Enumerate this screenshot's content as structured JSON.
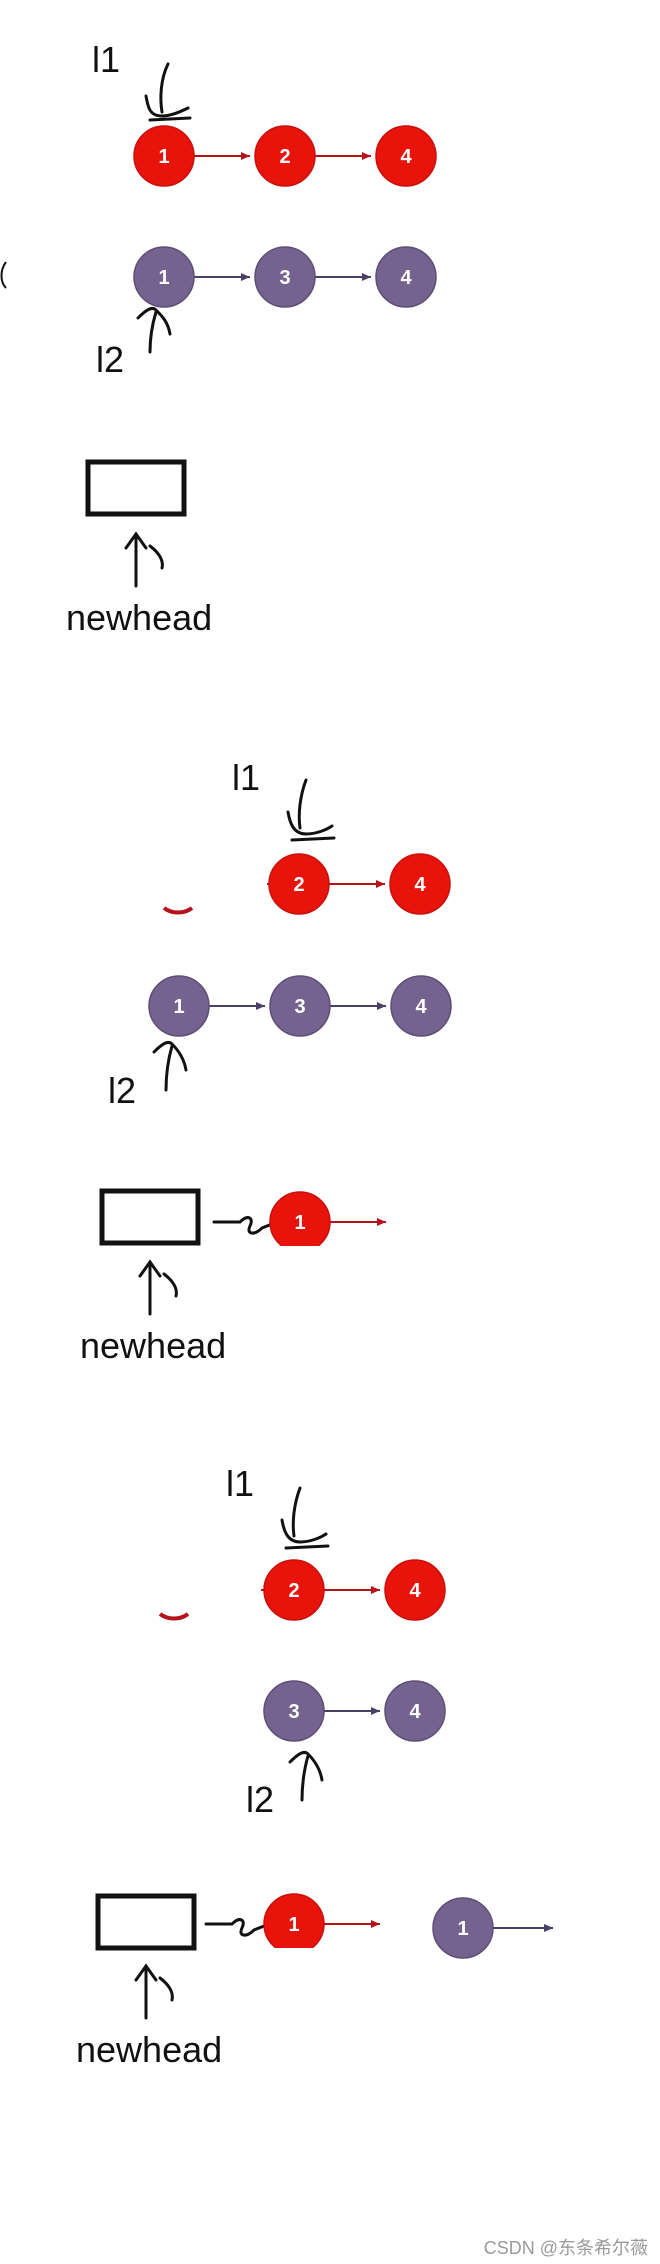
{
  "colors": {
    "l1_node": "#e8140c",
    "l1_edge": "#b5121b",
    "l2_node": "#74628f",
    "l2_edge": "#4a3f66",
    "box": "#111111",
    "ink": "#111111"
  },
  "steps": [
    {
      "l1_label": "l1",
      "l2_label": "l2",
      "newhead_label": "newhead",
      "l1_nodes": [
        "1",
        "2",
        "4"
      ],
      "l2_nodes": [
        "1",
        "3",
        "4"
      ],
      "result_nodes": []
    },
    {
      "l1_label": "l1",
      "l2_label": "l2",
      "newhead_label": "newhead",
      "l1_nodes": [
        "2",
        "4"
      ],
      "l2_nodes": [
        "1",
        "3",
        "4"
      ],
      "result_nodes": [
        {
          "value": "1",
          "list": "l1"
        }
      ]
    },
    {
      "l1_label": "l1",
      "l2_label": "l2",
      "newhead_label": "newhead",
      "l1_nodes": [
        "2",
        "4"
      ],
      "l2_nodes": [
        "3",
        "4"
      ],
      "result_nodes": [
        {
          "value": "1",
          "list": "l1"
        },
        {
          "value": "1",
          "list": "l2"
        }
      ]
    }
  ],
  "watermark": "CSDN @东条希尔薇"
}
